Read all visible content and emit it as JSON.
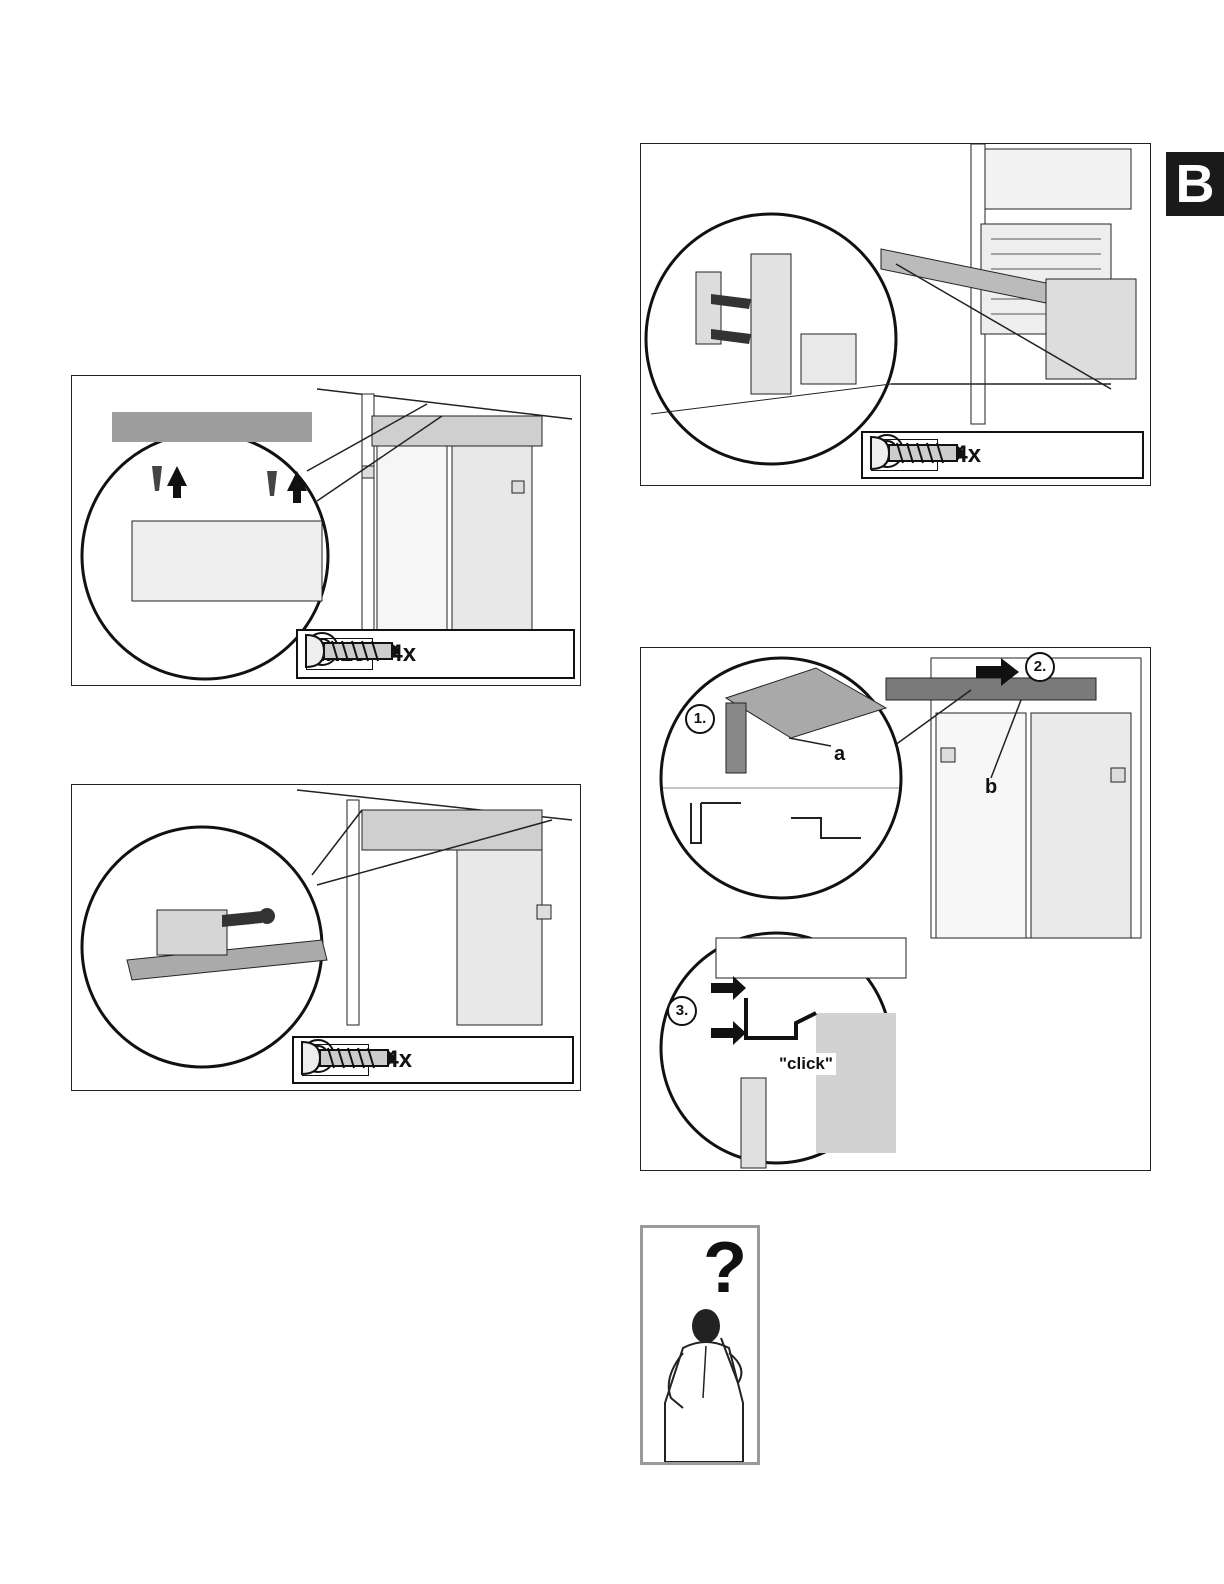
{
  "section_tab": "B",
  "panels": [
    {
      "spec": {
        "size": "4x15",
        "qty": "4x"
      }
    },
    {
      "spec": {
        "size": "4x15",
        "qty": "4x"
      }
    },
    {
      "spec": {
        "size": "4x15",
        "qty": "4x"
      }
    }
  ],
  "trim_panel": {
    "steps": [
      "1.",
      "2.",
      "3."
    ],
    "labels": {
      "a": "a",
      "b": "b"
    },
    "click_text": "\"click\""
  },
  "help": {
    "symbol": "?"
  }
}
